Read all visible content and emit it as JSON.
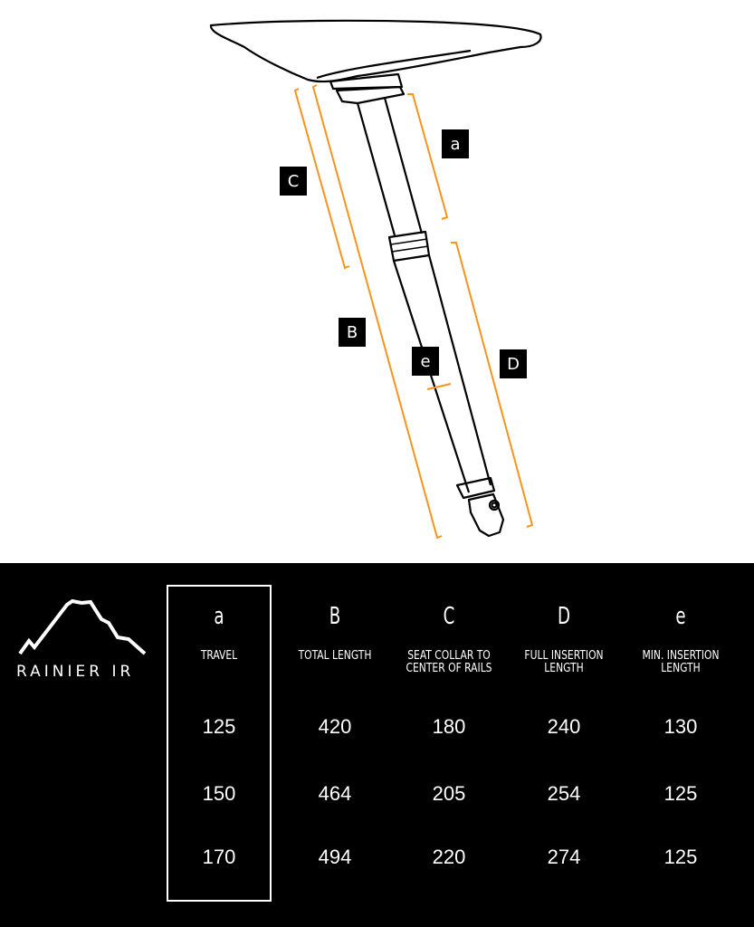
{
  "diagram": {
    "tags": {
      "a": "a",
      "b": "B",
      "c": "C",
      "d": "D",
      "e": "e"
    },
    "colors": {
      "dimension": "#f7941d",
      "outline": "#000000",
      "tag_bg": "#000000",
      "tag_text": "#ffffff"
    }
  },
  "table": {
    "logo": "RAINIER IR",
    "columns": [
      {
        "key": "a",
        "label": "TRAVEL",
        "values": [
          "125",
          "150",
          "170"
        ]
      },
      {
        "key": "B",
        "label": "TOTAL LENGTH",
        "values": [
          "420",
          "464",
          "494"
        ]
      },
      {
        "key": "C",
        "label": "SEAT COLLAR TO CENTER OF RAILS",
        "values": [
          "180",
          "205",
          "220"
        ]
      },
      {
        "key": "D",
        "label": "FULL INSERTION LENGTH",
        "values": [
          "240",
          "254",
          "274"
        ]
      },
      {
        "key": "e",
        "label": "MIN. INSERTION LENGTH",
        "values": [
          "130",
          "125",
          "125"
        ]
      }
    ],
    "colors": {
      "background": "#000000",
      "text": "#ffffff"
    }
  }
}
